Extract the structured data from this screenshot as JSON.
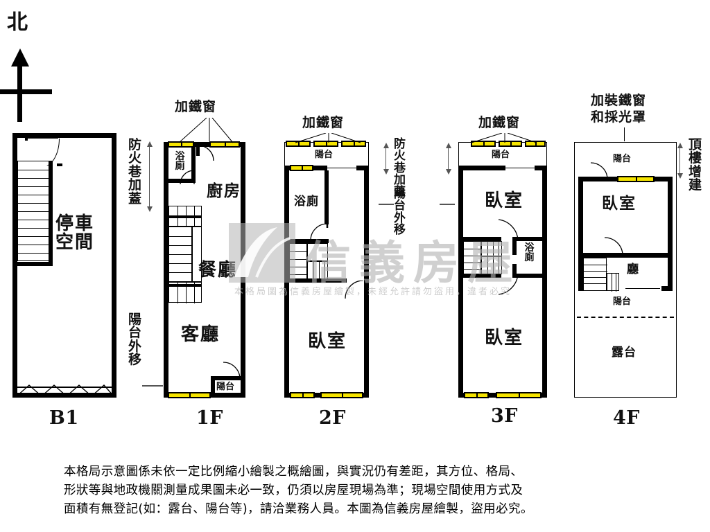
{
  "compass": {
    "label": "北",
    "icon": "north-arrow-icon"
  },
  "watermark": {
    "brand": "信義房屋",
    "notice": "本格局圖為信義房屋繪製，未經允許請勿盜用，違者必究"
  },
  "annotations": {
    "left_fire_lane": "防火巷加蓋",
    "left_balcony_move": "陽台外移",
    "mid_fire_lane": "防火巷加蓋",
    "mid_balcony_move": "陽台外移",
    "iron_window_1f": "加鐵窗",
    "iron_window_2f": "加鐵窗",
    "iron_window_3f": "加鐵窗",
    "iron_window_skylight_4f": "加裝鐵窗和採光罩",
    "rooftop_addition_4f": "頂樓增建"
  },
  "floors": [
    {
      "id": "b1",
      "name": "B1",
      "rooms": [
        {
          "key": "parking",
          "label": "停車空間"
        }
      ]
    },
    {
      "id": "1f",
      "name": "1F",
      "rooms": [
        {
          "key": "bath",
          "label": "浴廁"
        },
        {
          "key": "kitchen",
          "label": "廚房"
        },
        {
          "key": "dining",
          "label": "餐廳"
        },
        {
          "key": "living",
          "label": "客廳"
        },
        {
          "key": "balcony",
          "label": "陽台"
        }
      ]
    },
    {
      "id": "2f",
      "name": "2F",
      "rooms": [
        {
          "key": "balcony",
          "label": "陽台"
        },
        {
          "key": "bath",
          "label": "浴廁"
        },
        {
          "key": "bedroom",
          "label": "臥室"
        }
      ]
    },
    {
      "id": "3f",
      "name": "3F",
      "rooms": [
        {
          "key": "balcony",
          "label": "陽台"
        },
        {
          "key": "bedroom_front",
          "label": "臥室"
        },
        {
          "key": "bath",
          "label": "浴廁"
        },
        {
          "key": "bedroom_back",
          "label": "臥室"
        }
      ]
    },
    {
      "id": "4f",
      "name": "4F",
      "rooms": [
        {
          "key": "balcony_top",
          "label": "陽台"
        },
        {
          "key": "bedroom",
          "label": "臥室"
        },
        {
          "key": "hall",
          "label": "廳"
        },
        {
          "key": "balcony_mid",
          "label": "陽台"
        },
        {
          "key": "terrace",
          "label": "露台"
        }
      ]
    }
  ],
  "disclaimer": {
    "line1": "本格局示意圖係未依一定比例縮小繪製之概繪圖，與實況仍有差距，其方位、格局、",
    "line2": "形狀等與地政機關測量成果圖未必一致，仍須以房屋現場為準；現場空間使用方式及",
    "line3": "面積有無登記(如：露台、陽台等)，請洽業務人員。本圖為信義房屋繪製，盜用必究。"
  },
  "colors": {
    "window": "#f5e400",
    "wall": "#000000",
    "watermark": "#b4b4b4",
    "background": "#ffffff"
  }
}
